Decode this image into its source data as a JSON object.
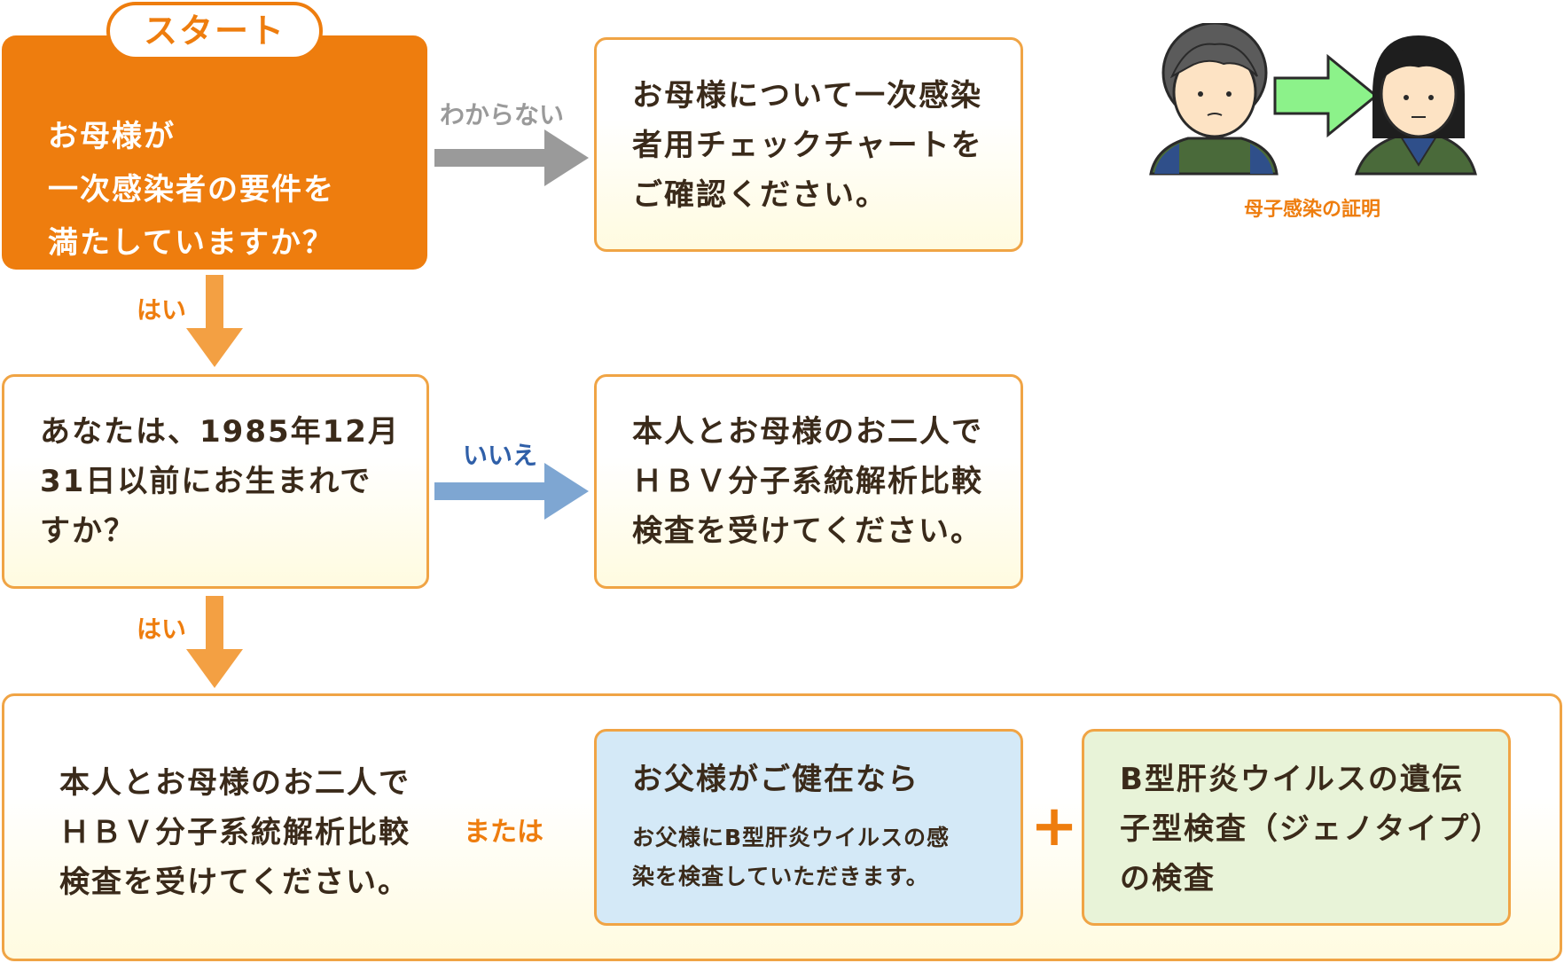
{
  "start": {
    "tag": "スタート",
    "question": "お母様が\n一次感染者の要件を\n満たしていますか？"
  },
  "unknown": {
    "label": "わからない",
    "box": "お母様について一次感染\n者用チェックチャートを\nご確認ください。"
  },
  "illustration": {
    "caption": "母子感染の証明"
  },
  "q2": {
    "yes_label": "はい",
    "question": "あなたは、1985年12月\n31日以前にお生まれで\nすか？"
  },
  "no_branch": {
    "label": "いいえ",
    "box": "本人とお母様のお二人で\nＨＢＶ分子系統解析比較\n検査を受けてください。"
  },
  "final": {
    "yes_label": "はい",
    "left_text": "本人とお母様のお二人で\nＨＢＶ分子系統解析比較\n検査を受けてください。",
    "or_label": "または",
    "father_title": "お父様がご健在なら",
    "father_body": "お父様にB型肝炎ウイルスの感\n染を検査していただきます。",
    "plus": "+",
    "genotype_text": "B型肝炎ウイルスの遺伝\n子型検査（ジェノタイプ）\nの検査"
  },
  "colors": {
    "orange": "#ee7d0e",
    "arrow_orange": "#f3a043",
    "arrow_gray": "#9a9a9a",
    "arrow_blue": "#7ea6d2",
    "box_border": "#f0a445",
    "box_fill_bottom": "#fffbe0",
    "blue_fill": "#d4e9f7",
    "green_fill": "#e8f3d8",
    "illustration_arrow": "#8cf28a"
  }
}
